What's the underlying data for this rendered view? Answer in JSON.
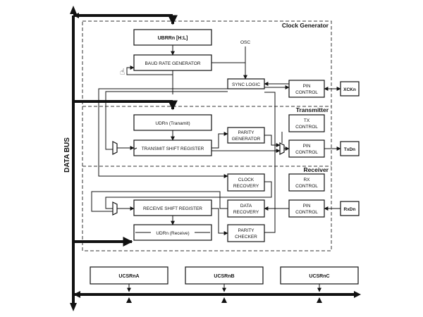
{
  "diagram": {
    "data_bus_label": "DATA BUS",
    "sections": [
      {
        "id": "clock",
        "title": "Clock Generator"
      },
      {
        "id": "transmitter",
        "title": "Transmitter"
      },
      {
        "id": "receiver",
        "title": "Receiver"
      }
    ],
    "blocks": [
      {
        "id": "ubrr",
        "label": "UBRRn [H:L]"
      },
      {
        "id": "baud",
        "label": "BAUD RATE GENERATOR"
      },
      {
        "id": "osc",
        "label": "OSC"
      },
      {
        "id": "sync",
        "label": "SYNC LOGIC"
      },
      {
        "id": "pin_clk",
        "label": [
          "PIN",
          "CONTROL"
        ]
      },
      {
        "id": "xck",
        "label": "XCKn"
      },
      {
        "id": "udr_tx",
        "label": "UDRn (Tranamit)"
      },
      {
        "id": "parity_gen",
        "label": [
          "PARITY",
          "GENERATOR"
        ]
      },
      {
        "id": "tx_ctrl",
        "label": [
          "TX",
          "CONTROL"
        ]
      },
      {
        "id": "tsr",
        "label": "TRANSMIT SHIFT REGISTER"
      },
      {
        "id": "pin_tx",
        "label": [
          "PIN",
          "CONTROL"
        ]
      },
      {
        "id": "txd",
        "label": "TxDn"
      },
      {
        "id": "clk_rec",
        "label": [
          "CLOCK",
          "RECOVERY"
        ]
      },
      {
        "id": "rx_ctrl",
        "label": [
          "RX",
          "CONTROL"
        ]
      },
      {
        "id": "rsr",
        "label": "RECEIVE SHIFT REGISTER"
      },
      {
        "id": "data_rec",
        "label": [
          "DATA",
          "RECOVERY"
        ]
      },
      {
        "id": "pin_rx",
        "label": [
          "PIN",
          "CONTROL"
        ]
      },
      {
        "id": "rxd",
        "label": "RxDn"
      },
      {
        "id": "udr_rx",
        "label": "UDRn (Receive)"
      },
      {
        "id": "parity_chk",
        "label": [
          "PARITY",
          "CHECKER"
        ]
      },
      {
        "id": "ucsra",
        "label": "UCSRnA"
      },
      {
        "id": "ucsrb",
        "label": "UCSRnB"
      },
      {
        "id": "ucsrc",
        "label": "UCSRnC"
      }
    ]
  }
}
